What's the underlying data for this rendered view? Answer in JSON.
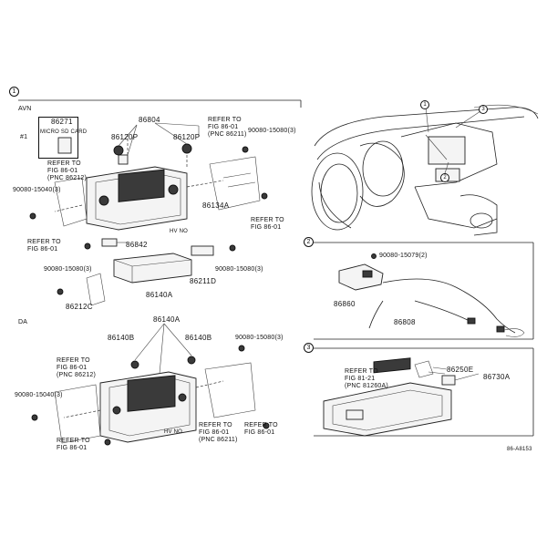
{
  "section_markers": {
    "s1": "1",
    "s2": "2",
    "s3": "3"
  },
  "headers": {
    "avn": "AVN",
    "da": "DA",
    "bracket_mark": "#1"
  },
  "parts": {
    "p86271": "86271",
    "micro_sd": "MICRO SD CARD",
    "p86804": "86804",
    "p86120p_a": "86120P",
    "p86120p_b": "86120P",
    "p86134a": "86134A",
    "p86842": "86842",
    "p86140a_top": "86140A",
    "p86211d": "86211D",
    "p86212c": "86212C",
    "p86140a": "86140A",
    "p86140b_l": "86140B",
    "p86140b_r": "86140B",
    "p86860": "86860",
    "p86808": "86808",
    "p86250e": "86250E",
    "p86730a": "86730A"
  },
  "bolts": {
    "b1": "90080-15080(3)",
    "b2": "90080-15040(3)",
    "b3": "90080-15080(3)",
    "b4": "90080-15080(3)",
    "b5": "90080-15080(3)",
    "b6": "90080-15040(3)",
    "b7": "90080-15079(2)"
  },
  "refs": {
    "r1a": "REFER TO",
    "r1b": "FIG 86-01",
    "r1c": "(PNC 86211)",
    "r2a": "REFER TO",
    "r2b": "FIG 86-01",
    "r2c": "(PNC 86212)",
    "r3a": "REFER TO",
    "r3b": "FIG 86-01",
    "r4a": "REFER TO",
    "r4b": "FIG 86-01",
    "r5a": "REFER TO",
    "r5b": "FIG 86-01",
    "r5c": "(PNC 86212)",
    "r6a": "REFER TO",
    "r6b": "FIG 86-01",
    "r6c": "(PNC 86211)",
    "r7a": "REFER TO",
    "r7b": "FIG 86-01",
    "r8a": "REFER TO",
    "r8b": "FIG 86-01",
    "r9a": "REFER TO",
    "r9b": "FIG 81-21",
    "r9c": "(PNC 81260A)"
  },
  "misc": {
    "hv_no_a": "HV NO",
    "hv_no_b": "HV NO",
    "figure_code": "86-A8153"
  }
}
